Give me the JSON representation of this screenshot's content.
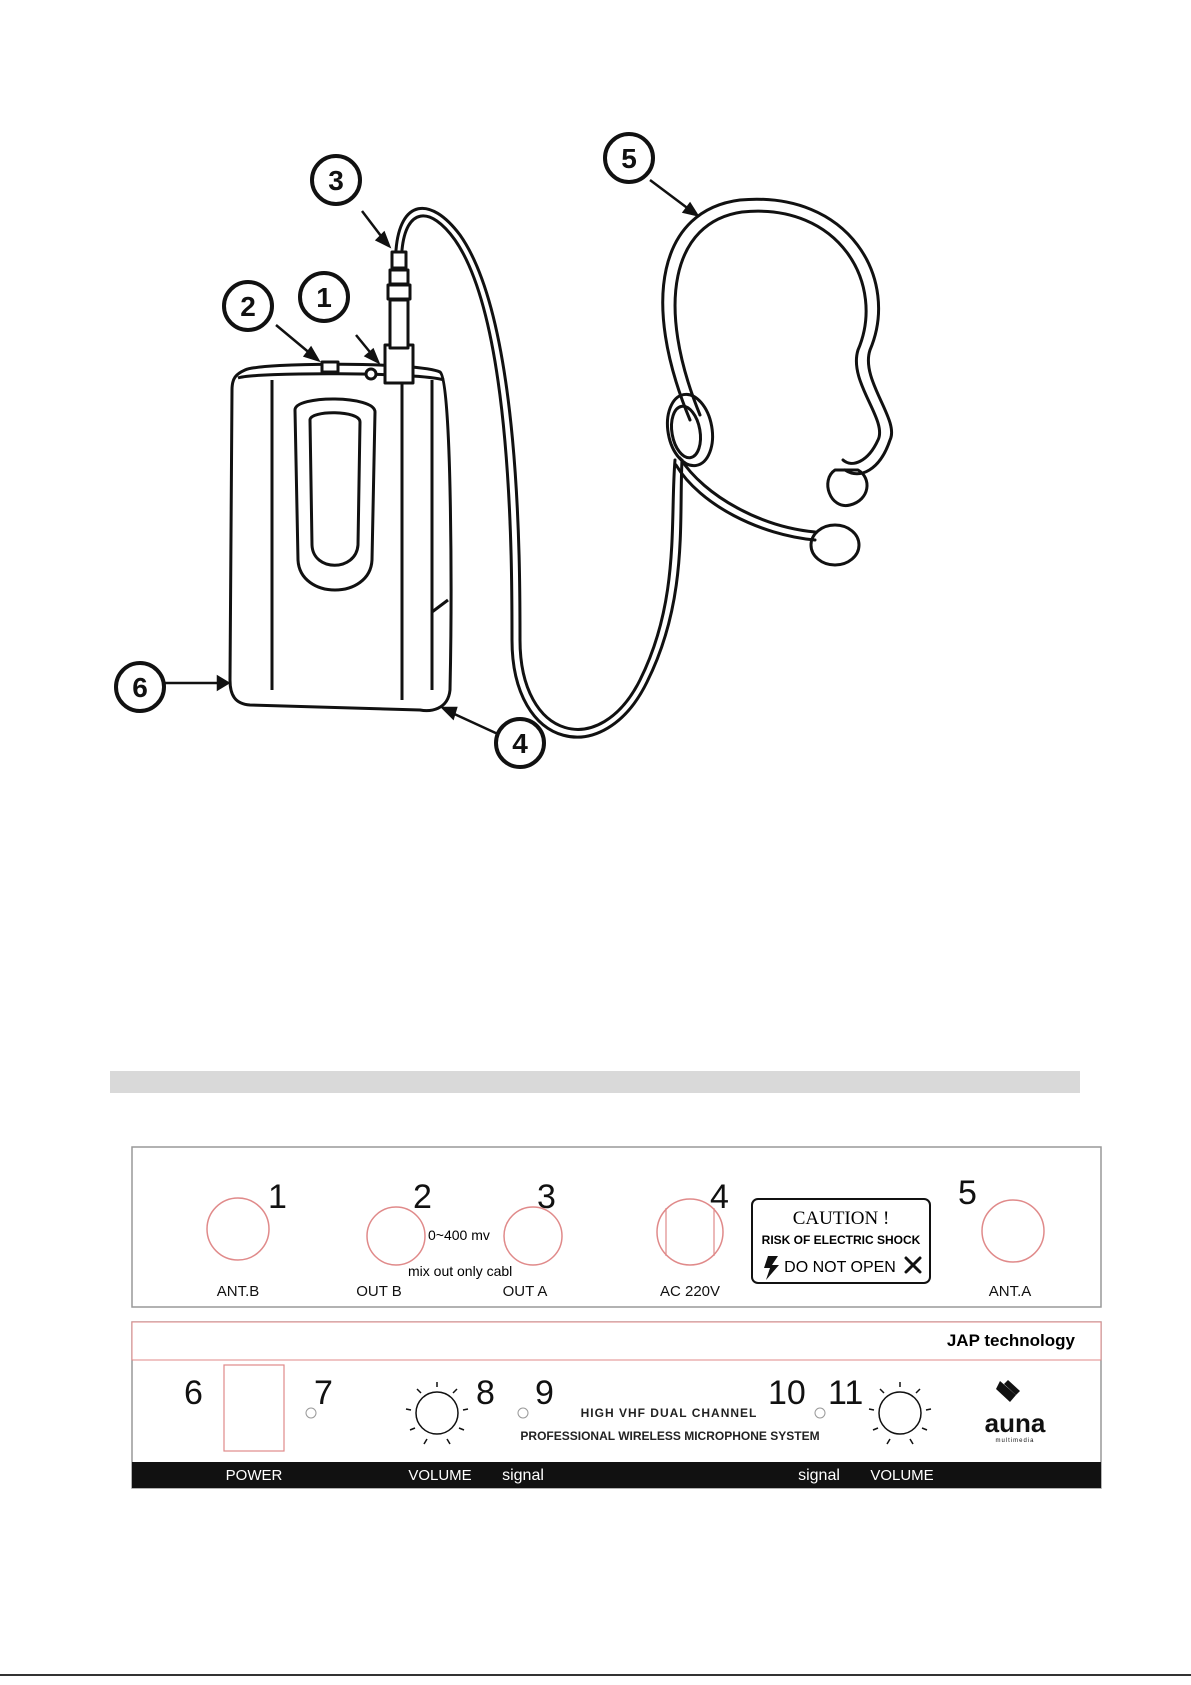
{
  "transmitter_figure": {
    "callouts": [
      "1",
      "2",
      "3",
      "4",
      "5",
      "6"
    ]
  },
  "receiver_panel": {
    "back_panel": {
      "callouts": [
        "1",
        "2",
        "3",
        "4",
        "5"
      ],
      "labels": {
        "ant_b": "ANT.B",
        "out_b": "OUT B",
        "out_a": "OUT A",
        "ac": "AC 220V",
        "ant_a": "ANT.A"
      },
      "level_note": "0~400 mv",
      "mix_note": "mix out only cabl",
      "caution": {
        "title": "CAUTION !",
        "line1": "RISK OF ELECTRIC SHOCK",
        "line2": "DO NOT OPEN"
      }
    },
    "front_panel": {
      "brand_text": "JAP technology",
      "callouts": [
        "6",
        "7",
        "8",
        "9",
        "10",
        "11"
      ],
      "model_line1": "HIGH VHF DUAL CHANNEL",
      "model_line2": "PROFESSIONAL WIRELESS MICROPHONE SYSTEM",
      "logo_text": "auna",
      "logo_subtext": "multimedia",
      "bottom_labels": {
        "power": "POWER",
        "volume_left": "VOLUME",
        "signal_left": "signal",
        "signal_right": "signal",
        "volume_right": "VOLUME"
      }
    }
  },
  "colors": {
    "panel_outline": "#999999",
    "jack_outline": "#e08a8a",
    "bottom_strip": "#111111",
    "section_bar": "#d9d9d9"
  }
}
